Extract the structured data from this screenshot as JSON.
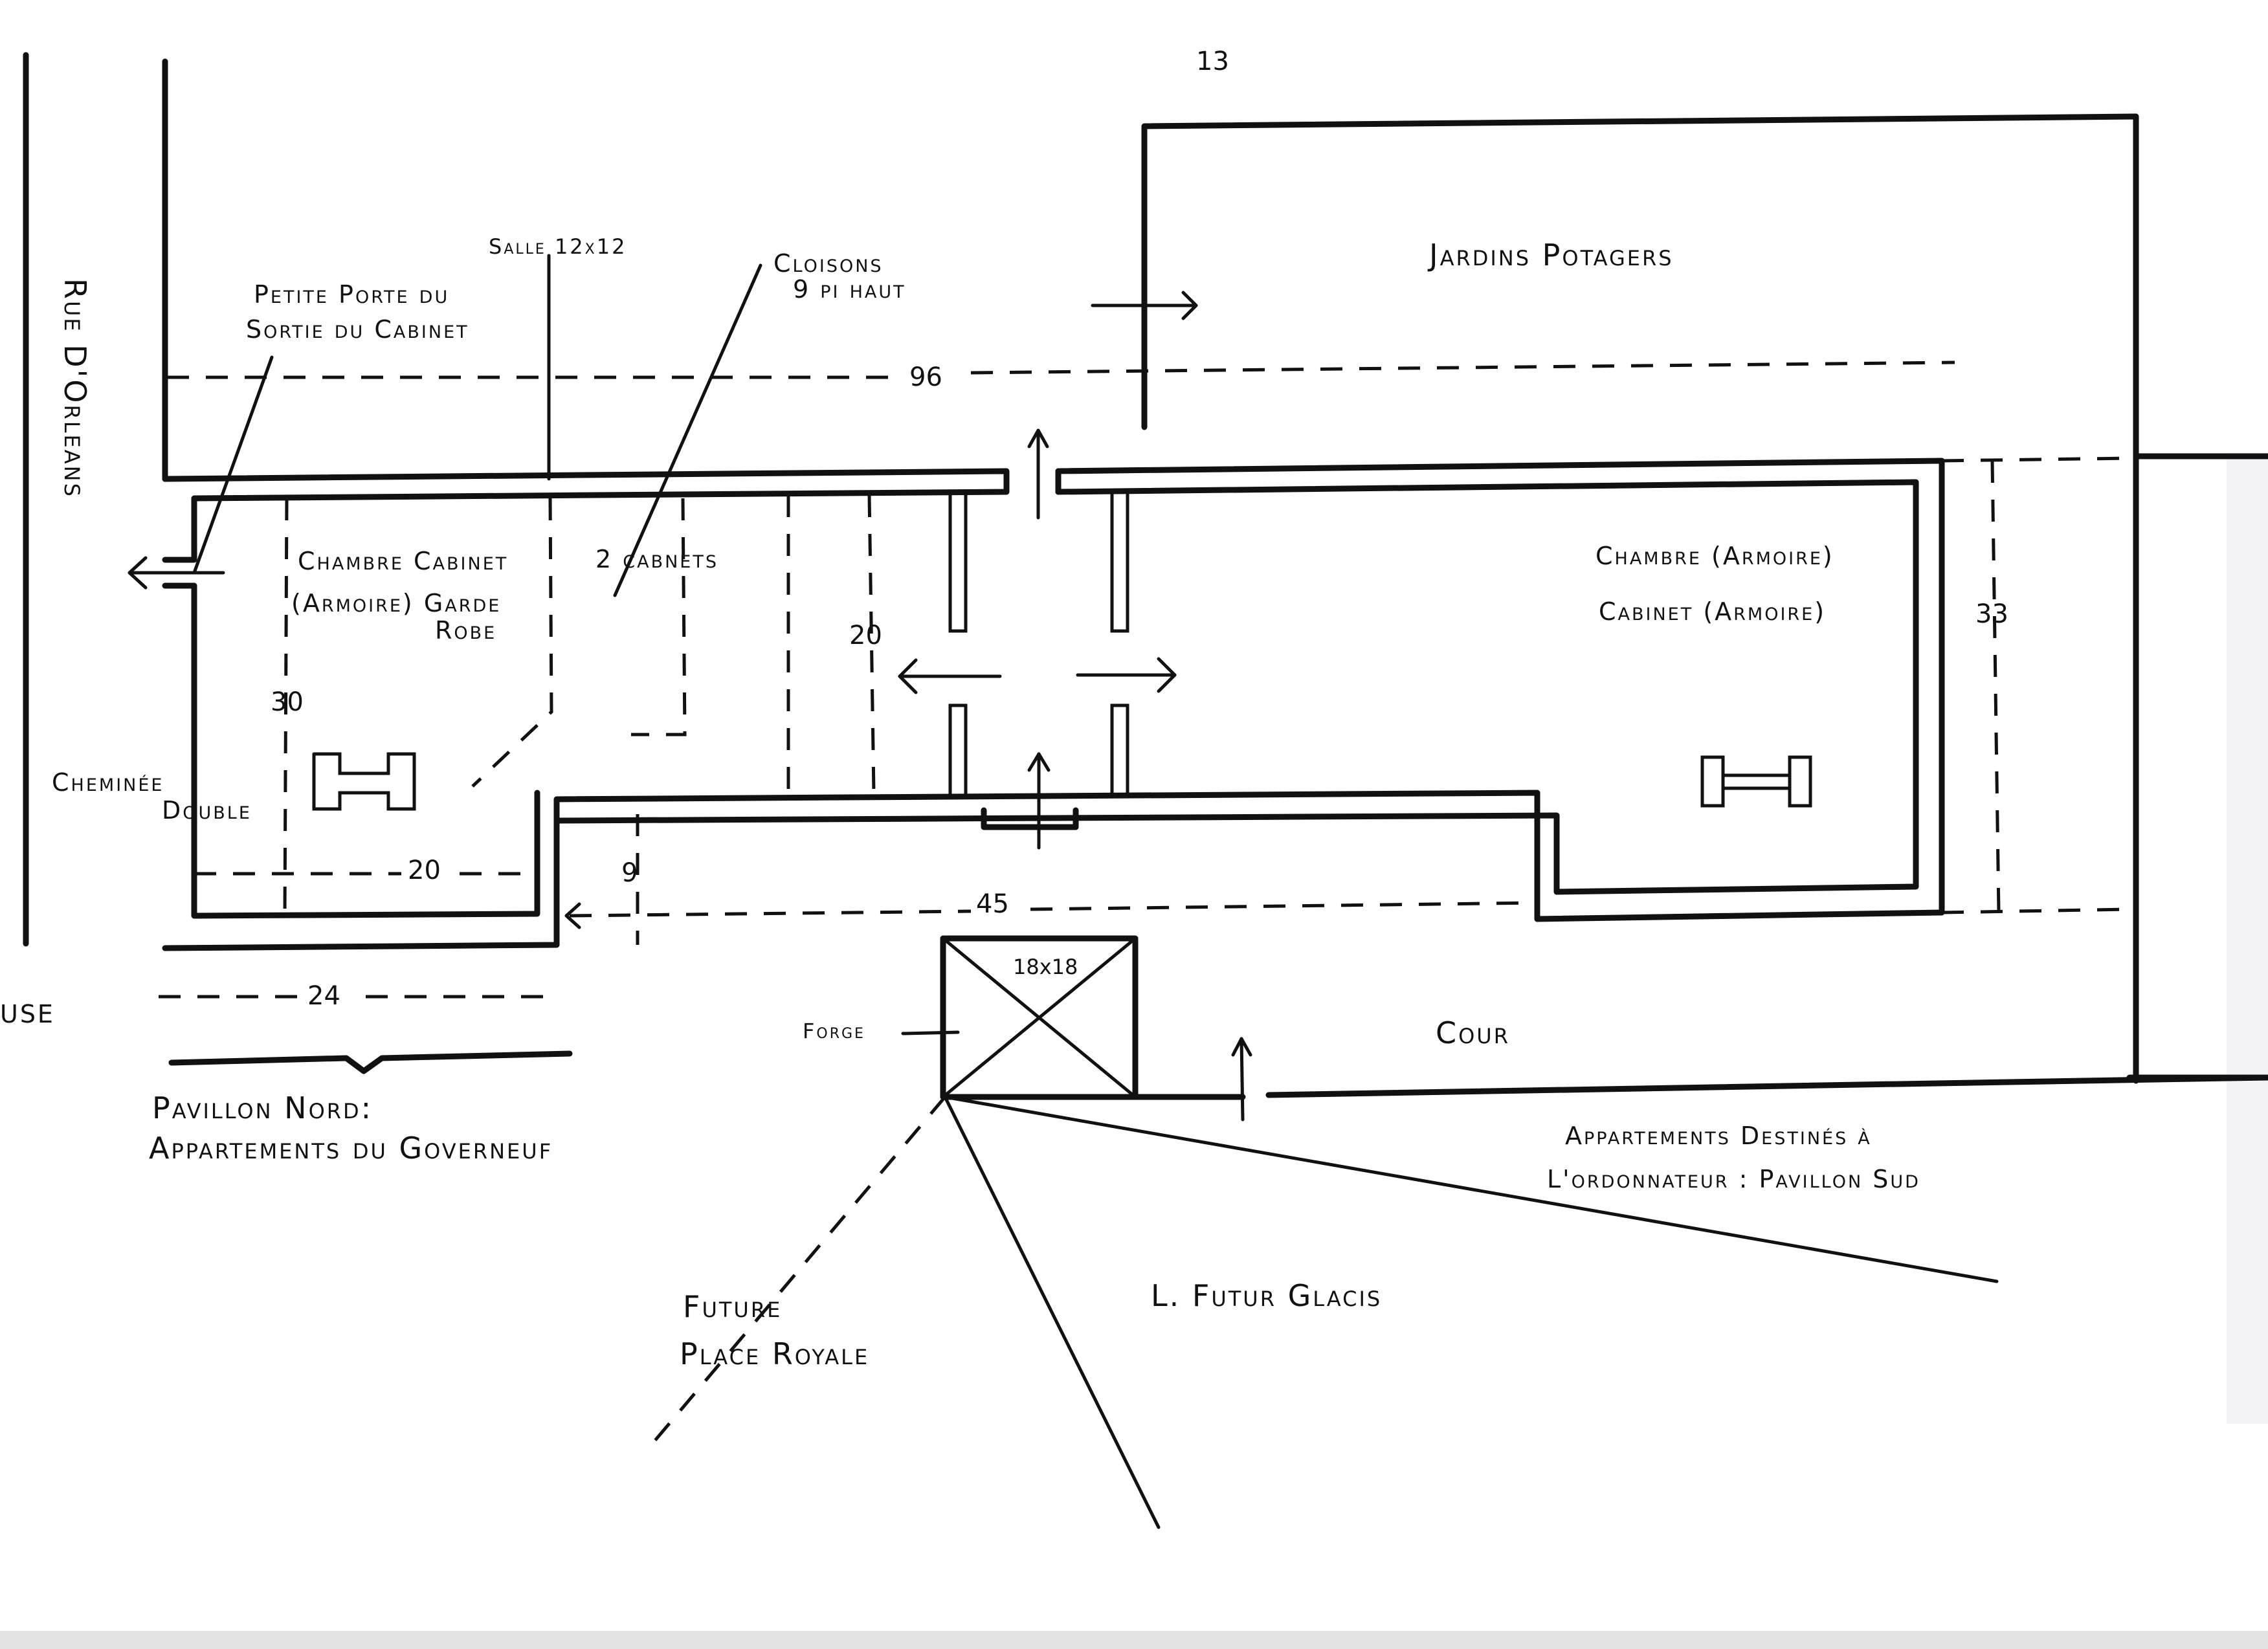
{
  "document": {
    "page_number": "13",
    "type": "floor plan sketch"
  },
  "street": {
    "name": "Rue D'Orleans",
    "cut_label": "USE"
  },
  "north_pavilion": {
    "title_line1": "Pavillon Nord:",
    "title_line2": "Appartements du Governeuf",
    "room_label_line1": "Chambre Cabinet",
    "room_label_line2": "(Armoire) Garde",
    "room_label_line3": "Robe",
    "cabinets_label": "2 cabnets",
    "fireplace_label_line1": "Cheminée",
    "fireplace_label_line2": "Double",
    "door_label_line1": "Petite Porte du",
    "door_label_line2": "Sortie du Cabinet",
    "salle_label": "Salle 12x12",
    "partition_label_line1": "Cloisons",
    "partition_label_line2": "9 pi haut"
  },
  "south_pavilion": {
    "room_label_line1": "Chambre (Armoire)",
    "room_label_line2": "Cabinet (Armoire)",
    "title_line1": "Appartements Destinés à",
    "title_line2": "L'ordonnateur : Pavillon Sud"
  },
  "gardens": {
    "label": "Jardins Potagers"
  },
  "courtyard": {
    "label": "Cour"
  },
  "forge": {
    "label": "Forge",
    "size_label": "18x18"
  },
  "future": {
    "place_line1": "Future",
    "place_line2": "Place Royale",
    "glacis": "L. Futur Glacis"
  },
  "dimensions": {
    "overall_length": "96",
    "north_depth": "30",
    "north_width": "20",
    "center_width": "20",
    "wing_depth": "9",
    "south_length": "45",
    "south_depth": "33",
    "street_frontage": "24"
  },
  "icons": {
    "fireplace": "double-fireplace-symbol",
    "arrow": "passage-arrow",
    "forge": "crossed-square"
  }
}
